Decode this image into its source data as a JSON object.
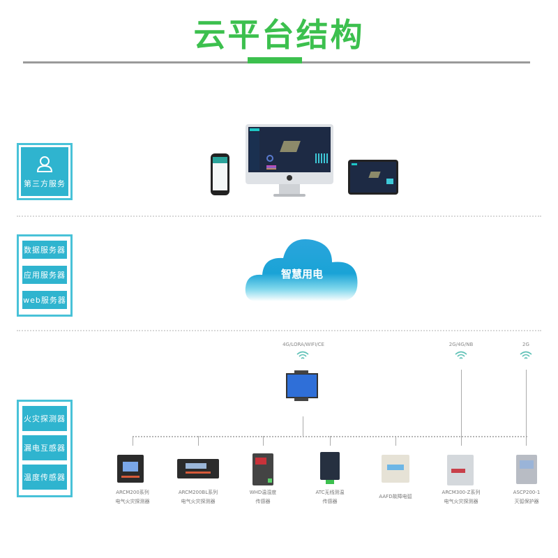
{
  "header": {
    "title": "云平台结构"
  },
  "layers": {
    "third_party": {
      "label": "第三方服务",
      "icon": "user-icon"
    },
    "servers": {
      "items": [
        "数据服务器",
        "应用服务器",
        "web服务器"
      ]
    },
    "sensors": {
      "items": [
        "火灾探测器",
        "漏电互感器",
        "温度传感器"
      ]
    }
  },
  "devices_row": {
    "items": [
      "phone",
      "desktop-monitor",
      "tablet"
    ]
  },
  "cloud": {
    "label": "智慧用电"
  },
  "network": {
    "gateway_protocol": "4G/LORA/WIFI/CE",
    "right_protocols": [
      "2G/4G/NB",
      "2G"
    ]
  },
  "field_devices": [
    {
      "model": "ARCM200系列",
      "desc": "电气火灾探测器"
    },
    {
      "model": "ARCM200BL系列",
      "desc": "电气火灾探测器"
    },
    {
      "model": "WHD温湿度",
      "desc": "传感器"
    },
    {
      "model": "ATC无线测温",
      "desc": "传感器"
    },
    {
      "model": "AAFD故障电弧",
      "desc": ""
    },
    {
      "model": "ARCM300-Z系列",
      "desc": "电气火灾探测器"
    },
    {
      "model": "ASCP200-1",
      "desc": "灭弧保护器"
    }
  ],
  "colors": {
    "title_green": "#3cc04e",
    "panel_teal": "#2fb4cf",
    "panel_border": "#48c2d8",
    "cloud_blue": "#1aa3d6",
    "wifi_teal": "#5cc0b5",
    "gateway_blue": "#2f6fd8"
  }
}
